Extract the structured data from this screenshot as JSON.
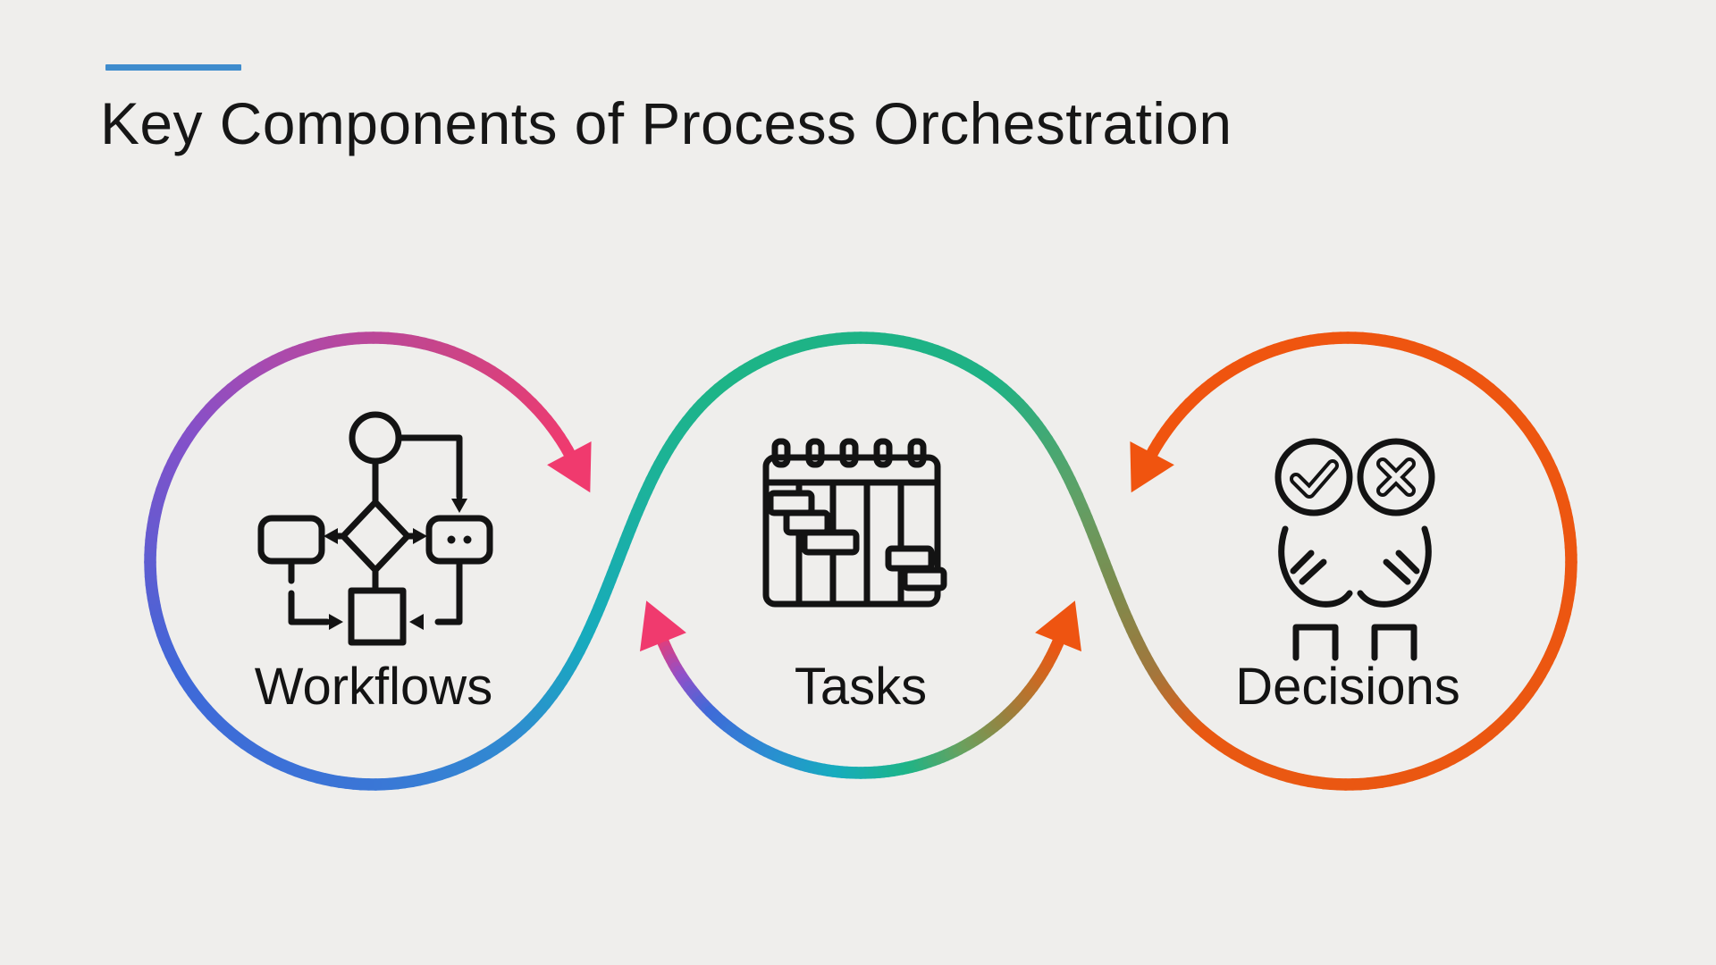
{
  "page": {
    "background": "#efeeec"
  },
  "header": {
    "title": "Key Components of Process Orchestration",
    "accent_color": "#3f8ccd",
    "text_color": "#161616"
  },
  "nodes": [
    {
      "id": "workflows",
      "label": "Workflows",
      "icon": "flowchart-icon"
    },
    {
      "id": "tasks",
      "label": "Tasks",
      "icon": "gantt-chart-icon"
    },
    {
      "id": "decisions",
      "label": "Decisions",
      "icon": "hands-check-cross-icon"
    }
  ],
  "icons": {
    "color": "#131313"
  },
  "ribbon": {
    "stroke_width": 13.5,
    "arrow_length": 46,
    "arrow_half_width": 28,
    "segments": {
      "ascending-connector": {
        "stops": [
          [
            0,
            "#2f8cd0"
          ],
          [
            0.3,
            "#17abbe"
          ],
          [
            0.7,
            "#1cb29a"
          ],
          [
            1,
            "#1db487"
          ]
        ]
      },
      "workflows-ring": {
        "stops": [
          [
            0,
            "#2f8cd0"
          ],
          [
            0.14,
            "#3a77d6"
          ],
          [
            0.36,
            "#3f68d8"
          ],
          [
            0.59,
            "#8550c9"
          ],
          [
            0.69,
            "#a94aae"
          ],
          [
            0.85,
            "#c84589"
          ],
          [
            1,
            "#f03a6e"
          ]
        ]
      },
      "tasks-arch": {
        "stops": [
          [
            0,
            "#1db487"
          ],
          [
            1,
            "#1fb285"
          ]
        ]
      },
      "descending-connector": {
        "stops": [
          [
            0,
            "#1fb285"
          ],
          [
            0.35,
            "#5fa167"
          ],
          [
            0.62,
            "#81894b"
          ],
          [
            0.82,
            "#a3763c"
          ],
          [
            1,
            "#e65a13"
          ]
        ]
      },
      "decisions-ring": {
        "stops": [
          [
            0,
            "#e95812"
          ],
          [
            1,
            "#f0540f"
          ]
        ]
      },
      "under-tasks-arrow": {
        "stops": [
          [
            0,
            "#f03a6e"
          ],
          [
            0.09,
            "#9150c9"
          ],
          [
            0.18,
            "#3f6ad8"
          ],
          [
            0.32,
            "#2b8cd2"
          ],
          [
            0.46,
            "#16acbe"
          ],
          [
            0.6,
            "#1db487"
          ],
          [
            0.72,
            "#6ba05d"
          ],
          [
            0.82,
            "#978240"
          ],
          [
            0.92,
            "#c96b24"
          ],
          [
            1,
            "#ee5411"
          ]
        ]
      }
    }
  }
}
